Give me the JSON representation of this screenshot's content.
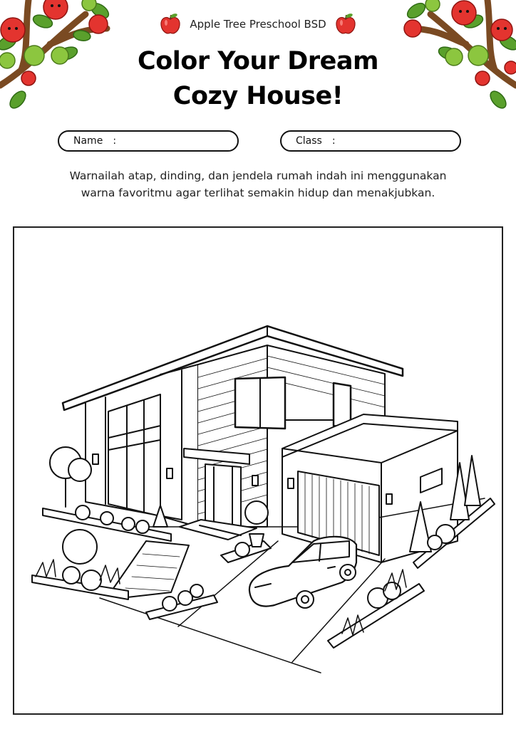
{
  "header": {
    "school_name": "Apple Tree Preschool BSD",
    "title_line1": "Color Your Dream",
    "title_line2": "Cozy House!"
  },
  "form": {
    "name_label": "Name",
    "class_label": "Class",
    "separator": ":"
  },
  "instruction": {
    "line1": "Warnailah atap, dinding, dan jendela rumah indah ini menggunakan",
    "line2": "warna favoritmu agar terlihat semakin hidup dan menakjubkan."
  },
  "colors": {
    "apple_red": "#e3342f",
    "leaf_green": "#5aa02c",
    "branch_brown": "#7a4a22",
    "outline": "#111111"
  },
  "icons": [
    "apple-icon",
    "apple-tree-branch",
    "house-line-art"
  ]
}
